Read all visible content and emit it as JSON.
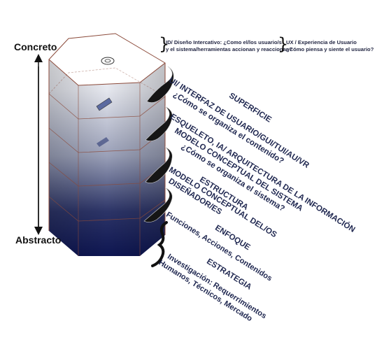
{
  "axis": {
    "top": "Concreto",
    "bottom": "Abstracto"
  },
  "top_notes": {
    "left": [
      "ID/ Diseño Intercativo: ¿Como el/los usuario/s",
      "y el sistema/herramientas accionan y reaccionan?"
    ],
    "right": [
      "UX / Experiencia de Usuario",
      "¿Cómo piensa y siente el usuario?"
    ]
  },
  "planes": [
    {
      "title": "SUPERFICIE",
      "lines": [
        "UI/ INTERFAZ DE USUARIO/GUI/TUI/AU/VR",
        "¿Cómo se organiza el contenido?"
      ]
    },
    {
      "title": "ESQUELETO, IA/ ARQUITECTURA DE LA INFORMACIÓN",
      "lines": [
        "MODELO CONCEPTUAL DEL SISTEMA",
        "¿Cómo se organiza el sistema?"
      ]
    },
    {
      "title": "ESTRUCTURA",
      "lines": [
        "MODELO CONCEPTUAL DEL/OS",
        "DISEÑADOR/ES"
      ]
    },
    {
      "title": "ENFOQUE",
      "lines": [
        "Funciones, Acciones, Contenidos"
      ]
    },
    {
      "title": "ESTRATEGIA",
      "lines": [
        "Investigación: Requerrimientos",
        "Humanos, Técnicos, Mercado"
      ]
    }
  ],
  "colors": {
    "prism_top": "#ffffff",
    "prism_bottom": "#0e1652",
    "edge": "#8b4a3a",
    "text": "#1f2750"
  }
}
